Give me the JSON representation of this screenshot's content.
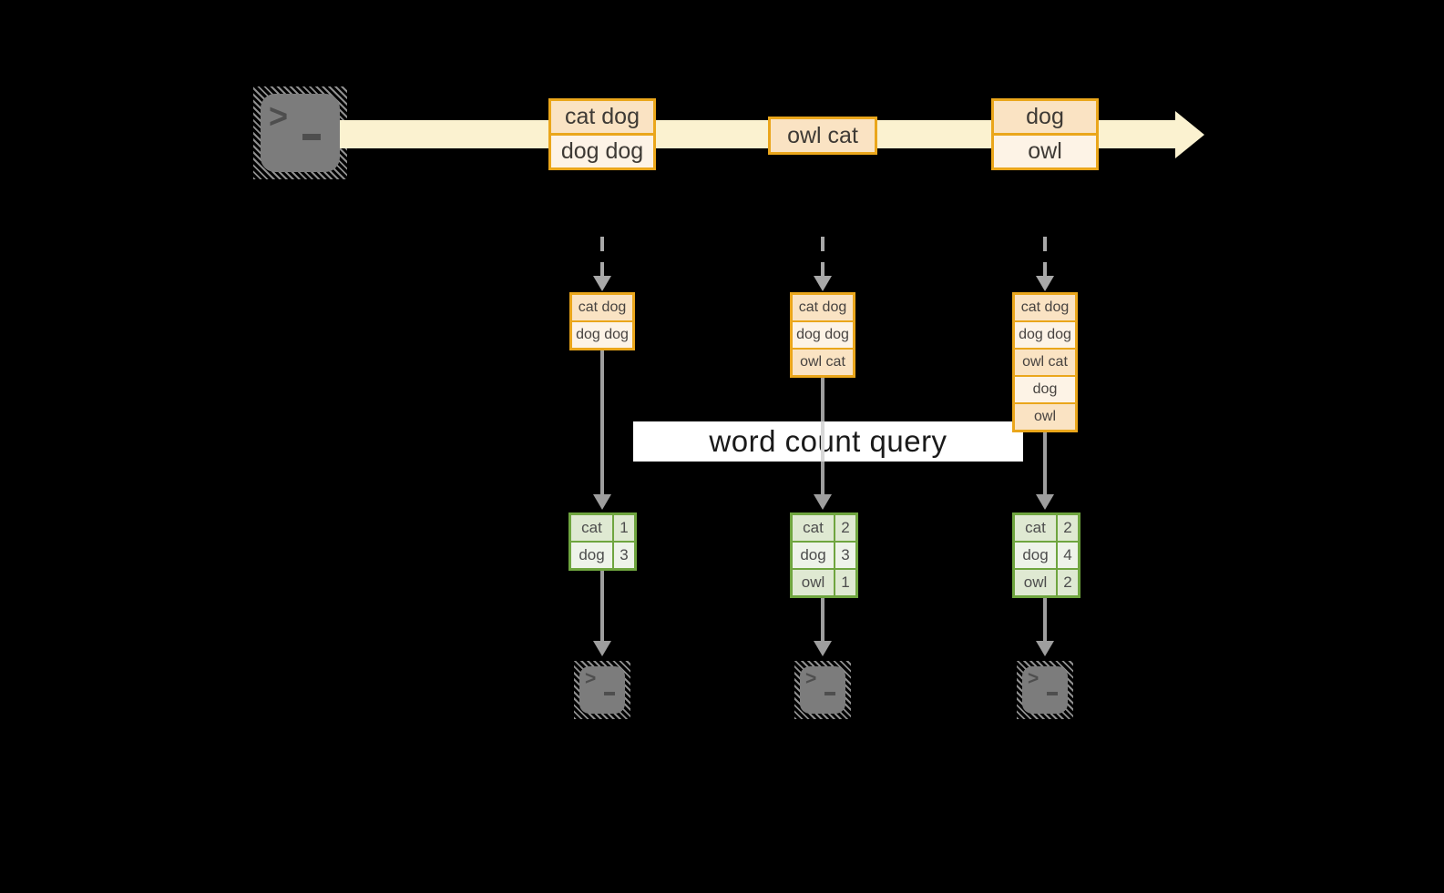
{
  "query_label": "word count query",
  "icons": {
    "prompt_chevron": ">"
  },
  "colors": {
    "stream_band": "#FBF2D0",
    "box_border": "#EAA61B",
    "box_fill_dark": "#FAE3C3",
    "box_fill_light": "#FDF3E6",
    "table_border": "#6FA53F",
    "cell_fill_dark": "#DFE9D2",
    "cell_fill_light": "#EEF3E9",
    "arrow": "#9E9E9E",
    "terminal": "#7C7C7C"
  },
  "stream": {
    "source_icon": "terminal",
    "batches": [
      {
        "lines": [
          "cat dog",
          "dog dog"
        ]
      },
      {
        "lines": [
          "owl cat"
        ]
      },
      {
        "lines": [
          "dog",
          "owl"
        ]
      }
    ]
  },
  "columns": [
    {
      "input_lines": [
        "cat dog",
        "dog dog"
      ],
      "counts": [
        {
          "word": "cat",
          "count": "1"
        },
        {
          "word": "dog",
          "count": "3"
        }
      ]
    },
    {
      "input_lines": [
        "cat dog",
        "dog dog",
        "owl cat"
      ],
      "counts": [
        {
          "word": "cat",
          "count": "2"
        },
        {
          "word": "dog",
          "count": "3"
        },
        {
          "word": "owl",
          "count": "1"
        }
      ]
    },
    {
      "input_lines": [
        "cat dog",
        "dog dog",
        "owl cat",
        "dog",
        "owl"
      ],
      "counts": [
        {
          "word": "cat",
          "count": "2"
        },
        {
          "word": "dog",
          "count": "4"
        },
        {
          "word": "owl",
          "count": "2"
        }
      ]
    }
  ]
}
